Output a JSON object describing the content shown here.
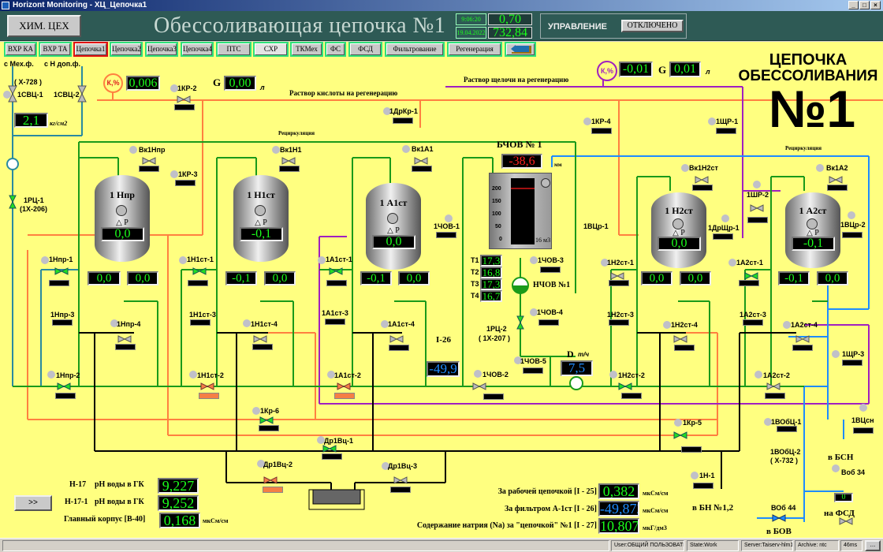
{
  "window": {
    "title": "Horizont Monitoring - ХЦ_Цепочка1",
    "controls": [
      "_",
      "□",
      "×"
    ]
  },
  "header": {
    "home_button": "ХИМ. ЦЕХ",
    "title": "Обессоливающая цепочка №1",
    "time": "9:06:20",
    "date": "19.04.2022",
    "value_top": "0,70",
    "value_bottom": "732,84",
    "control_label": "УПРАВЛЕНИЕ",
    "control_state": "ОТКЛЮЧЕНО"
  },
  "nav": {
    "items": [
      {
        "label": "ВХР КА",
        "active": false
      },
      {
        "label": "ВХР ТА",
        "active": false
      },
      {
        "label": "Цепочка1",
        "active": true
      },
      {
        "label": "Цепочка2",
        "active": false
      },
      {
        "label": "Цепочка3",
        "active": false
      },
      {
        "label": "Цепочка4",
        "active": false
      },
      {
        "label": "ПТС",
        "active": false
      },
      {
        "label": "СХР",
        "active": false
      },
      {
        "label": "ТКМех",
        "active": false
      },
      {
        "label": "ФС",
        "active": false
      },
      {
        "label": "ФСД",
        "active": false
      },
      {
        "label": "Фильтрование",
        "active": false
      },
      {
        "label": "Регенерация",
        "active": false
      }
    ],
    "back_icon": "return-arrow-icon"
  },
  "scheme": {
    "big_title_line1": "ЦЕПОЧКА",
    "big_title_line2": "ОБЕССОЛИВАНИЯ",
    "big_title_number": "№1",
    "sources": {
      "mech": "с Мех.ф.",
      "h_dop": "с Н доп.ф."
    },
    "x728": "( Х-728 )",
    "svc1": "1СВЦ-1",
    "svc2": "1СВЦ-2",
    "pressure": {
      "value": "2,1",
      "unit": "кг/см2"
    },
    "rc1": {
      "name": "1РЦ-1",
      "tag": "(1Х-206)"
    },
    "acid": {
      "k_label": "К,%",
      "k_value": "0,006",
      "g_label": "G",
      "g_value": "0,00",
      "g_unit": "л",
      "line_label": "Раствор кислоты на регенерацию"
    },
    "alkali": {
      "k_label": "К,%",
      "k_value": "-0,01",
      "g_label": "G",
      "g_value": "0,01",
      "g_unit": "л",
      "line_label": "Раствор щелочи на регенерацию"
    },
    "recirc_label": "Рециркуляция",
    "valves": {
      "kr2": "1КР-2",
      "kr3": "1КР-3",
      "kr4": "1КР-4",
      "drkr1": "1ДрКр-1",
      "shr1": "1ЩР-1",
      "shr2": "1ШР-2",
      "drshr1": "1ДрЩр-1",
      "shr3": "1ЩР-3",
      "vk1npr": "Вк1Нпр",
      "vk1n1": "Вк1Н1",
      "vk1a1": "Вк1А1",
      "vk1n2st": "Вк1Н2ст",
      "vk1a2": "Вк1А2",
      "npr1": "1Нпр-1",
      "npr2": "1Нпр-2",
      "npr3": "1Нпр-3",
      "npr4": "1Нпр-4",
      "n1st1": "1Н1ст-1",
      "n1st2": "1Н1ст-2",
      "n1st3": "1Н1ст-3",
      "n1st4": "1Н1ст-4",
      "a1st1": "1А1ст-1",
      "a1st2": "1А1ст-2",
      "a1st3": "1А1ст-3",
      "a1st4": "1А1ст-4",
      "n2st1": "1Н2ст-1",
      "n2st2": "1Н2ст-2",
      "n2st3": "1Н2ст-3",
      "n2st4": "1Н2ст-4",
      "a2st1": "1А2ст-1",
      "a2st2": "1А2ст-2",
      "a2st3": "1А2ст-3",
      "a2st4": "1А2ст-4",
      "chov1": "1ЧОВ-1",
      "chov2": "1ЧОВ-2",
      "chov3": "1ЧОВ-3",
      "chov4": "1ЧОВ-4",
      "chov5": "1ЧОВ-5",
      "vcr1": "1ВЦр-1",
      "vcr2": "1ВЦр-2",
      "kr5": "1Кр-5",
      "kr6": "1Кр-6",
      "dr1vc1": "Др1Вц-1",
      "dr1vc2": "Др1Вц-2",
      "dr1vc3": "Др1Вц-3",
      "vobc1": "1ВОбЦ-1",
      "vobc2": "1ВОбЦ-2",
      "x732": "( Х-732 )",
      "vcsn": "1ВЦсн",
      "n1": "1Н-1",
      "vob34": "Воб 34",
      "vob44": "ВОб 44"
    },
    "tanks": [
      {
        "name": "1 Нпр",
        "dp_label": "△ P",
        "dp": "0,0",
        "left": "0,0",
        "right": "0,0"
      },
      {
        "name": "1 Н1ст",
        "dp_label": "△ P",
        "dp": "-0,1",
        "left": "-0,1",
        "right": "0,0"
      },
      {
        "name": "1 А1ст",
        "dp_label": "△ P",
        "dp": "0,0",
        "left": "-0,1",
        "right": "0,0"
      },
      {
        "name": "1 Н2ст",
        "dp_label": "△ P",
        "dp": "0,0",
        "left": "0,0",
        "right": "0,0"
      },
      {
        "name": "1 А2ст",
        "dp_label": "△ P",
        "dp": "-0,1",
        "left": "-0,1",
        "right": "0,0"
      }
    ],
    "bchov": {
      "title": "БЧОВ № 1",
      "level": "-38,6",
      "level_unit": "мм",
      "scale": [
        "200",
        "150",
        "100",
        "50",
        "0"
      ],
      "volume": "16 м3",
      "temps": [
        {
          "label": "Т1",
          "value": "17,3"
        },
        {
          "label": "Т2",
          "value": "16,8"
        },
        {
          "label": "Т3",
          "value": "17,3"
        },
        {
          "label": "Т4",
          "value": "16,7"
        }
      ]
    },
    "nchov": "НЧОВ №1",
    "rc2": {
      "name": "1РЦ-2",
      "tag": "( 1Х-207 )"
    },
    "i26": {
      "label": "I-26",
      "value": "-49,9"
    },
    "flow": {
      "label": "D",
      "unit": "т/ч",
      "value": "7,5"
    },
    "vob34_value": "0",
    "dest_bsn": "в БСН",
    "dest_bn": "в БН №1,2",
    "dest_fsd": "на ФСД",
    "dest_bov": "в БОВ"
  },
  "readings_left": [
    {
      "tag": "Н-17",
      "label": "pH воды в ГК",
      "value": "9,227",
      "unit": ""
    },
    {
      "tag": "Н-17-1",
      "label": "pH воды в ГК",
      "value": "9,252",
      "unit": ""
    },
    {
      "tag": "",
      "label": "Главный корпус [В-40]",
      "value": "0,168",
      "unit": "мкСм/см"
    }
  ],
  "readings_right": [
    {
      "label": "За рабочей цепочкой [I - 25]",
      "value": "0,382",
      "unit": "мкСм/см",
      "color": "green"
    },
    {
      "label": "За фильтром А-1ст [I - 26]",
      "value": "-49,872",
      "unit": "мкСм/см",
      "color": "blue"
    },
    {
      "label": "Содержание натрия (Na) за \"цепочкой\" №1 [I - 27]",
      "value": "10,807",
      "unit": "мкГ/дм3",
      "color": "green"
    }
  ],
  "more_button": ">>",
  "statusbar": {
    "user": "User:ОБЩИЙ ПОЛЬЗОВАТЕЛЬ",
    "state": "State:Work",
    "server": "Server:Taiserv-hlm1",
    "archive": "Archive: ntc",
    "latency": "46ms",
    "menu": "..."
  },
  "colors": {
    "background": "#ffff80",
    "header": "#2e5a55",
    "digit_green": "#1bff1b",
    "digit_blue": "#1e8cff",
    "acid_line": "#ff8040",
    "alkali_line": "#a020c0",
    "water_line": "#1e8cff",
    "process_line": "#1a9a1a",
    "drain_line": "#000000",
    "valve_open": "#22dd22",
    "valve_fault": "#f57f45"
  }
}
